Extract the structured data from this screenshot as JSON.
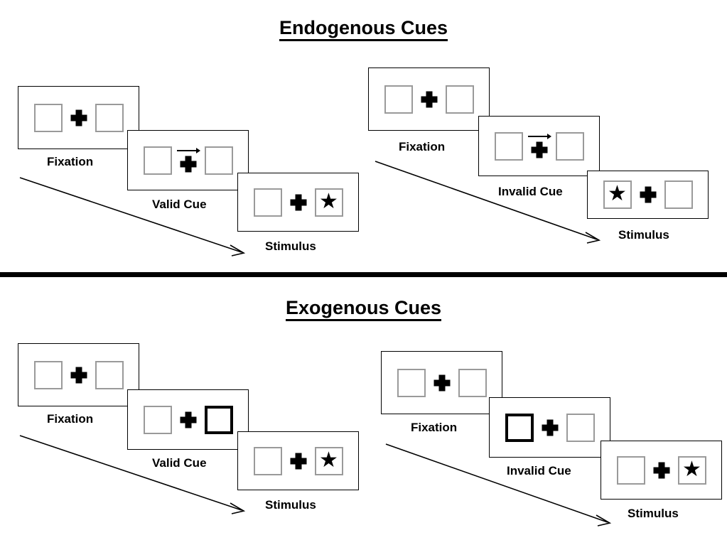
{
  "sections": [
    {
      "id": "endogenous",
      "title": "Endogenous Cues",
      "conditions": [
        {
          "id": "endogenous-valid",
          "frames": [
            {
              "id": "fixation",
              "caption": "Fixation",
              "cue_type": "none",
              "left_box": "empty",
              "right_box": "empty"
            },
            {
              "id": "valid-cue",
              "caption": "Valid Cue",
              "cue_type": "arrow-right",
              "left_box": "empty",
              "right_box": "empty"
            },
            {
              "id": "stimulus",
              "caption": "Stimulus",
              "cue_type": "none",
              "left_box": "empty",
              "right_box": "star"
            }
          ]
        },
        {
          "id": "endogenous-invalid",
          "frames": [
            {
              "id": "fixation",
              "caption": "Fixation",
              "cue_type": "none",
              "left_box": "empty",
              "right_box": "empty"
            },
            {
              "id": "invalid-cue",
              "caption": "Invalid Cue",
              "cue_type": "arrow-right",
              "left_box": "empty",
              "right_box": "empty"
            },
            {
              "id": "stimulus",
              "caption": "Stimulus",
              "cue_type": "none",
              "left_box": "star",
              "right_box": "empty"
            }
          ]
        }
      ]
    },
    {
      "id": "exogenous",
      "title": "Exogenous Cues",
      "conditions": [
        {
          "id": "exogenous-valid",
          "frames": [
            {
              "id": "fixation",
              "caption": "Fixation",
              "cue_type": "none",
              "left_box": "empty",
              "right_box": "empty"
            },
            {
              "id": "valid-cue",
              "caption": "Valid Cue",
              "cue_type": "box-highlight-right",
              "left_box": "empty",
              "right_box": "cued"
            },
            {
              "id": "stimulus",
              "caption": "Stimulus",
              "cue_type": "none",
              "left_box": "empty",
              "right_box": "star"
            }
          ]
        },
        {
          "id": "exogenous-invalid",
          "frames": [
            {
              "id": "fixation",
              "caption": "Fixation",
              "cue_type": "none",
              "left_box": "empty",
              "right_box": "empty"
            },
            {
              "id": "invalid-cue",
              "caption": "Invalid Cue",
              "cue_type": "box-highlight-left",
              "left_box": "cued",
              "right_box": "empty"
            },
            {
              "id": "stimulus",
              "caption": "Stimulus",
              "cue_type": "none",
              "left_box": "empty",
              "right_box": "star"
            }
          ]
        }
      ]
    }
  ],
  "icons": {
    "star": "★",
    "fixation_cross": "fixation-cross-icon",
    "arrow_cue": "arrow-right-icon",
    "time_arrow": "time-progression-arrow-icon"
  },
  "colors": {
    "box_border": "#9a9a9a",
    "cued_box_border": "#000000",
    "frame_border": "#000000",
    "text": "#000000",
    "background": "#ffffff",
    "divider": "#000000"
  }
}
